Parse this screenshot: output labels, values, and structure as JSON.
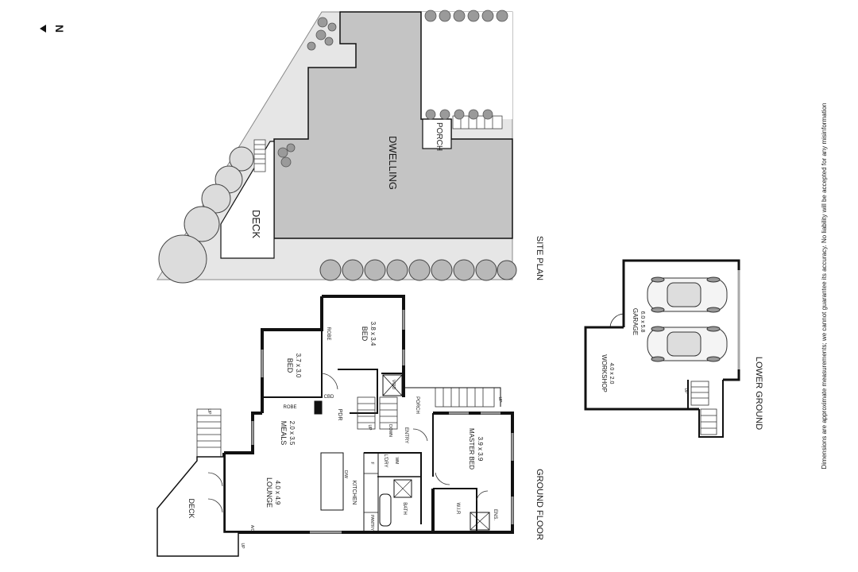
{
  "north": "N",
  "disclaimer": "Dimensions are approximate measurements; we cannot guarantee its accuracy. No liability will be accepted for any misinformation",
  "site_plan": {
    "title": "SITE PLAN",
    "dwelling": "DWELLING",
    "deck": "DECK",
    "porch": "PORCH"
  },
  "ground_floor": {
    "title": "GROUND FLOOR",
    "bed1": "BED",
    "bed1_size": "3.7 x 3.0",
    "bed2": "BED",
    "bed2_size": "3.8 x 3.4",
    "robe1": "ROBE",
    "robe2": "ROBE",
    "meals": "MEALS",
    "meals_size": "2.0 x 3.5",
    "lounge": "LOUNGE",
    "lounge_size": "4.0 x 4.9",
    "kitchen": "KITCHEN",
    "master": "MASTER BED",
    "master_size": "3.9 x 3.9",
    "deck": "DECK",
    "porch": "PORCH",
    "entry": "ENTRY",
    "ldry": "L'DRY",
    "bath": "BATH",
    "pantry": "PANTRY",
    "wir": "W.I.R",
    "ens": "ENS.",
    "pdr": "PDR",
    "cbd": "CBD",
    "void": "VOID",
    "dw": "D/W",
    "wm": "WM",
    "f": "F",
    "ac": "A/C",
    "up1": "UP",
    "up2": "UP",
    "up3": "UP",
    "up4": "UP",
    "down": "DOWN"
  },
  "lower_ground": {
    "title": "LOWER GROUND",
    "garage": "GARAGE",
    "garage_size": "6.0 x 5.8",
    "workshop": "WORKSHOP",
    "workshop_size": "4.0 x 2.0",
    "up": "UP"
  }
}
